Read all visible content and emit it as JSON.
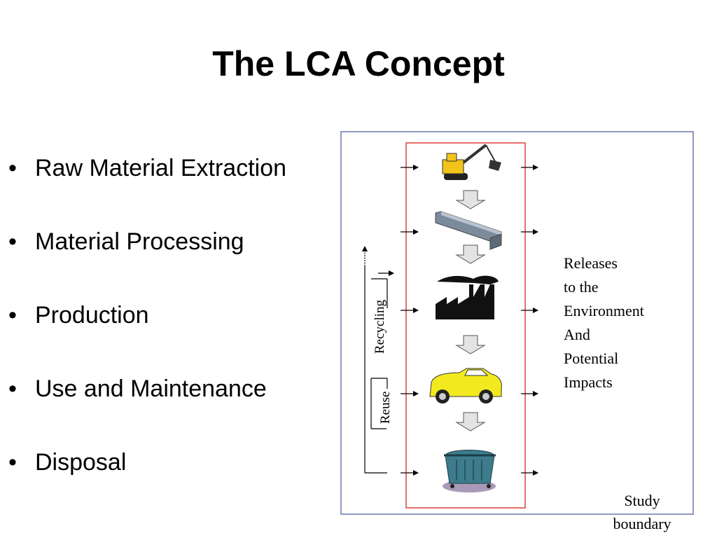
{
  "title": "The LCA Concept",
  "bullets": [
    "Raw Material Extraction",
    "Material Processing",
    "Production",
    "Use and Maintenance",
    "Disposal"
  ],
  "diagram": {
    "recycling_label": "Recycling",
    "reuse_label": "Reuse",
    "releases_lines": [
      "Releases",
      "to the",
      "Environment",
      "And",
      "Potential",
      "Impacts"
    ],
    "boundary_lines": [
      "Study",
      "boundary"
    ],
    "stages": [
      {
        "icon": "excavator-icon"
      },
      {
        "icon": "steel-beam-icon"
      },
      {
        "icon": "factory-icon"
      },
      {
        "icon": "car-icon"
      },
      {
        "icon": "dumpster-icon"
      }
    ],
    "colors": {
      "outer_border": "#6d75b0",
      "inner_border": "#e0403a",
      "flow_arrow_fill": "#e3e3e3"
    }
  }
}
